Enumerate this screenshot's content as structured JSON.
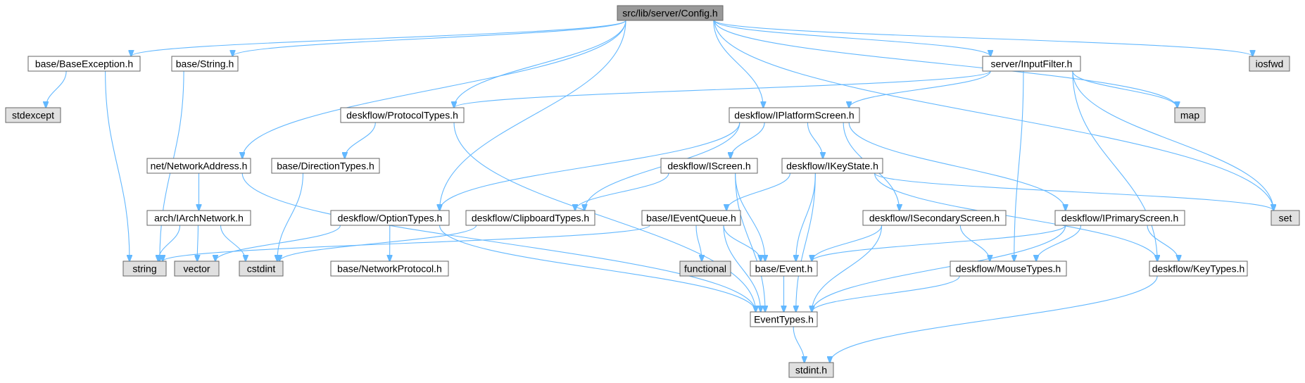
{
  "colors": {
    "root_fill": "#999999",
    "internal_fill": "#ffffff",
    "external_fill": "#e0e0e0",
    "border": "#666666",
    "edge": "#63b8ff"
  },
  "nodes": [
    {
      "id": "config",
      "label": "src/lib/server/Config.h",
      "kind": "root"
    },
    {
      "id": "baseexc",
      "label": "base/BaseException.h",
      "kind": "internal"
    },
    {
      "id": "basestr",
      "label": "base/String.h",
      "kind": "internal"
    },
    {
      "id": "inputfilter",
      "label": "server/InputFilter.h",
      "kind": "internal"
    },
    {
      "id": "iosfwd",
      "label": "iosfwd",
      "kind": "external"
    },
    {
      "id": "stdexcept",
      "label": "stdexcept",
      "kind": "external"
    },
    {
      "id": "protocoltypes",
      "label": "deskflow/ProtocolTypes.h",
      "kind": "internal"
    },
    {
      "id": "iplatformscreen",
      "label": "deskflow/IPlatformScreen.h",
      "kind": "internal"
    },
    {
      "id": "map",
      "label": "map",
      "kind": "external"
    },
    {
      "id": "netaddr",
      "label": "net/NetworkAddress.h",
      "kind": "internal"
    },
    {
      "id": "dirtypes",
      "label": "base/DirectionTypes.h",
      "kind": "internal"
    },
    {
      "id": "iscreen",
      "label": "deskflow/IScreen.h",
      "kind": "internal"
    },
    {
      "id": "ikeystate",
      "label": "deskflow/IKeyState.h",
      "kind": "internal"
    },
    {
      "id": "archnet",
      "label": "arch/IArchNetwork.h",
      "kind": "internal"
    },
    {
      "id": "optiontypes",
      "label": "deskflow/OptionTypes.h",
      "kind": "internal"
    },
    {
      "id": "cliptypes",
      "label": "deskflow/ClipboardTypes.h",
      "kind": "internal"
    },
    {
      "id": "ieventqueue",
      "label": "base/IEventQueue.h",
      "kind": "internal"
    },
    {
      "id": "isecondary",
      "label": "deskflow/ISecondaryScreen.h",
      "kind": "internal"
    },
    {
      "id": "iprimary",
      "label": "deskflow/IPrimaryScreen.h",
      "kind": "internal"
    },
    {
      "id": "set",
      "label": "set",
      "kind": "external"
    },
    {
      "id": "string",
      "label": "string",
      "kind": "external"
    },
    {
      "id": "vector",
      "label": "vector",
      "kind": "external"
    },
    {
      "id": "cstdint",
      "label": "cstdint",
      "kind": "external"
    },
    {
      "id": "netproto",
      "label": "base/NetworkProtocol.h",
      "kind": "internal"
    },
    {
      "id": "functional",
      "label": "functional",
      "kind": "external"
    },
    {
      "id": "event",
      "label": "base/Event.h",
      "kind": "internal"
    },
    {
      "id": "mousetypes",
      "label": "deskflow/MouseTypes.h",
      "kind": "internal"
    },
    {
      "id": "keytypes",
      "label": "deskflow/KeyTypes.h",
      "kind": "internal"
    },
    {
      "id": "eventtypes",
      "label": "EventTypes.h",
      "kind": "internal"
    },
    {
      "id": "stdinth",
      "label": "stdint.h",
      "kind": "external"
    }
  ],
  "edges": [
    [
      "config",
      "baseexc"
    ],
    [
      "config",
      "basestr"
    ],
    [
      "config",
      "inputfilter"
    ],
    [
      "config",
      "iosfwd"
    ],
    [
      "config",
      "protocoltypes"
    ],
    [
      "config",
      "iplatformscreen"
    ],
    [
      "config",
      "map"
    ],
    [
      "config",
      "netaddr"
    ],
    [
      "config",
      "optiontypes"
    ],
    [
      "config",
      "set"
    ],
    [
      "baseexc",
      "stdexcept"
    ],
    [
      "baseexc",
      "string"
    ],
    [
      "basestr",
      "string"
    ],
    [
      "inputfilter",
      "protocoltypes"
    ],
    [
      "inputfilter",
      "iplatformscreen"
    ],
    [
      "inputfilter",
      "map"
    ],
    [
      "inputfilter",
      "set"
    ],
    [
      "inputfilter",
      "mousetypes"
    ],
    [
      "inputfilter",
      "keytypes"
    ],
    [
      "protocoltypes",
      "dirtypes"
    ],
    [
      "protocoltypes",
      "eventtypes"
    ],
    [
      "iplatformscreen",
      "iscreen"
    ],
    [
      "iplatformscreen",
      "ikeystate"
    ],
    [
      "iplatformscreen",
      "optiontypes"
    ],
    [
      "iplatformscreen",
      "cliptypes"
    ],
    [
      "iplatformscreen",
      "isecondary"
    ],
    [
      "iplatformscreen",
      "iprimary"
    ],
    [
      "netaddr",
      "archnet"
    ],
    [
      "netaddr",
      "eventtypes"
    ],
    [
      "dirtypes",
      "cstdint"
    ],
    [
      "iscreen",
      "cliptypes"
    ],
    [
      "iscreen",
      "event"
    ],
    [
      "iscreen",
      "eventtypes"
    ],
    [
      "ikeystate",
      "ieventqueue"
    ],
    [
      "ikeystate",
      "event"
    ],
    [
      "ikeystate",
      "eventtypes"
    ],
    [
      "ikeystate",
      "keytypes"
    ],
    [
      "ikeystate",
      "set"
    ],
    [
      "archnet",
      "string"
    ],
    [
      "archnet",
      "vector"
    ],
    [
      "archnet",
      "cstdint"
    ],
    [
      "optiontypes",
      "vector"
    ],
    [
      "optiontypes",
      "netproto"
    ],
    [
      "optiontypes",
      "eventtypes"
    ],
    [
      "cliptypes",
      "cstdint"
    ],
    [
      "ieventqueue",
      "string"
    ],
    [
      "ieventqueue",
      "functional"
    ],
    [
      "ieventqueue",
      "event"
    ],
    [
      "ieventqueue",
      "eventtypes"
    ],
    [
      "isecondary",
      "event"
    ],
    [
      "isecondary",
      "mousetypes"
    ],
    [
      "isecondary",
      "eventtypes"
    ],
    [
      "iprimary",
      "event"
    ],
    [
      "iprimary",
      "mousetypes"
    ],
    [
      "iprimary",
      "keytypes"
    ],
    [
      "iprimary",
      "eventtypes"
    ],
    [
      "event",
      "eventtypes"
    ],
    [
      "mousetypes",
      "eventtypes"
    ],
    [
      "keytypes",
      "stdinth"
    ],
    [
      "eventtypes",
      "stdinth"
    ]
  ]
}
